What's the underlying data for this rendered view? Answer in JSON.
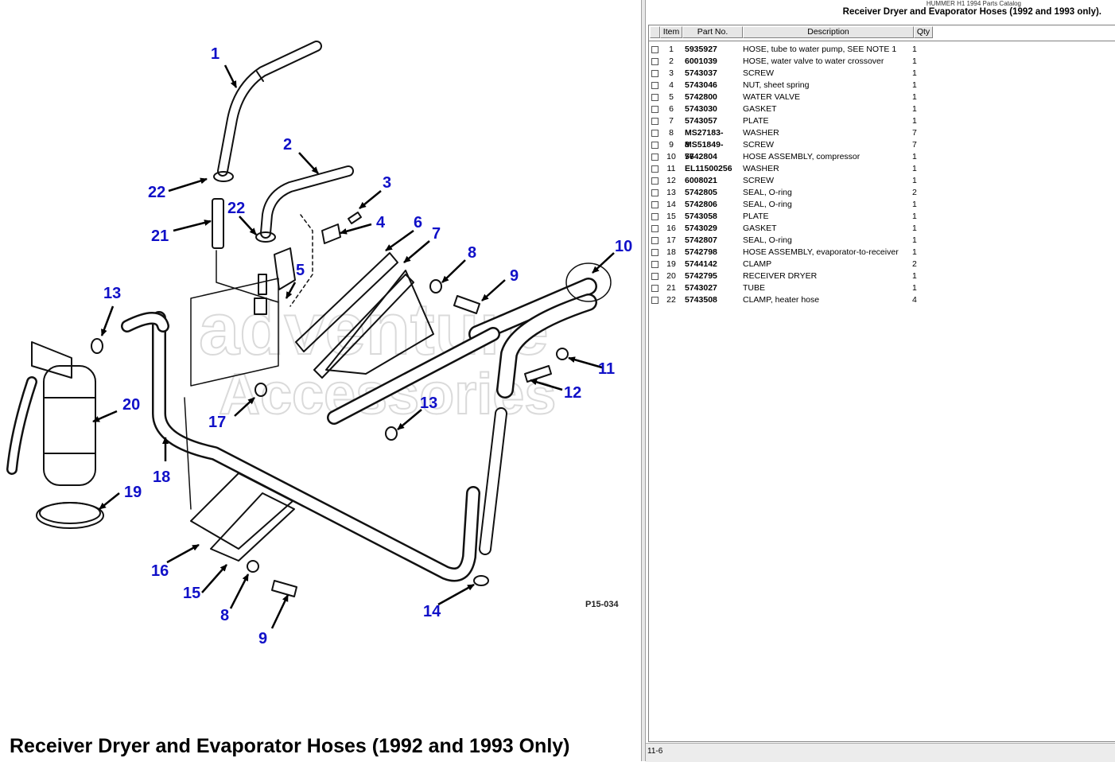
{
  "catalog_name": "HUMMER H1 1994 Parts Catalog",
  "page_title": "Receiver Dryer and Evaporator Hoses (1992 and 1993 only).",
  "figure_caption": "Receiver Dryer and Evaporator Hoses (1992 and 1993 Only)",
  "figure_code": "P15-034",
  "watermark": {
    "line1": "adventure",
    "line2": "Accessories"
  },
  "table_headers": {
    "item": "Item",
    "part_no": "Part No.",
    "description": "Description",
    "qty": "Qty"
  },
  "page_number": "11-6",
  "callouts": {
    "c1": "1",
    "c2": "2",
    "c3": "3",
    "c4": "4",
    "c5": "5",
    "c6": "6",
    "c7": "7",
    "c8a": "8",
    "c8b": "8",
    "c9a": "9",
    "c9b": "9",
    "c10": "10",
    "c11": "11",
    "c12": "12",
    "c13a": "13",
    "c13b": "13",
    "c14": "14",
    "c15": "15",
    "c16": "16",
    "c17": "17",
    "c18": "18",
    "c19": "19",
    "c20": "20",
    "c21": "21",
    "c22a": "22",
    "c22b": "22"
  },
  "parts": [
    {
      "item": "1",
      "part": "5935927",
      "desc": "HOSE, tube to water pump, SEE NOTE 1",
      "qty": "1"
    },
    {
      "item": "2",
      "part": "6001039",
      "desc": "HOSE, water valve to water crossover",
      "qty": "1"
    },
    {
      "item": "3",
      "part": "5743037",
      "desc": "SCREW",
      "qty": "1"
    },
    {
      "item": "4",
      "part": "5743046",
      "desc": "NUT, sheet spring",
      "qty": "1"
    },
    {
      "item": "5",
      "part": "5742800",
      "desc": "WATER VALVE",
      "qty": "1"
    },
    {
      "item": "6",
      "part": "5743030",
      "desc": "GASKET",
      "qty": "1"
    },
    {
      "item": "7",
      "part": "5743057",
      "desc": "PLATE",
      "qty": "1"
    },
    {
      "item": "8",
      "part": "MS27183-8",
      "desc": "WASHER",
      "qty": "7"
    },
    {
      "item": "9",
      "part": "MS51849-76",
      "desc": "SCREW",
      "qty": "7"
    },
    {
      "item": "10",
      "part": "5742804",
      "desc": "HOSE ASSEMBLY, compressor",
      "qty": "1"
    },
    {
      "item": "11",
      "part": "EL11500256",
      "desc": "WASHER",
      "qty": "1"
    },
    {
      "item": "12",
      "part": "6008021",
      "desc": "SCREW",
      "qty": "1"
    },
    {
      "item": "13",
      "part": "5742805",
      "desc": "SEAL, O-ring",
      "qty": "2"
    },
    {
      "item": "14",
      "part": "5742806",
      "desc": "SEAL, O-ring",
      "qty": "1"
    },
    {
      "item": "15",
      "part": "5743058",
      "desc": "PLATE",
      "qty": "1"
    },
    {
      "item": "16",
      "part": "5743029",
      "desc": "GASKET",
      "qty": "1"
    },
    {
      "item": "17",
      "part": "5742807",
      "desc": "SEAL, O-ring",
      "qty": "1"
    },
    {
      "item": "18",
      "part": "5742798",
      "desc": "HOSE ASSEMBLY, evaporator-to-receiver",
      "qty": "1"
    },
    {
      "item": "19",
      "part": "5744142",
      "desc": "CLAMP",
      "qty": "2"
    },
    {
      "item": "20",
      "part": "5742795",
      "desc": "RECEIVER DRYER",
      "qty": "1"
    },
    {
      "item": "21",
      "part": "5743027",
      "desc": "TUBE",
      "qty": "1"
    },
    {
      "item": "22",
      "part": "5743508",
      "desc": "CLAMP, heater hose",
      "qty": "4"
    }
  ]
}
